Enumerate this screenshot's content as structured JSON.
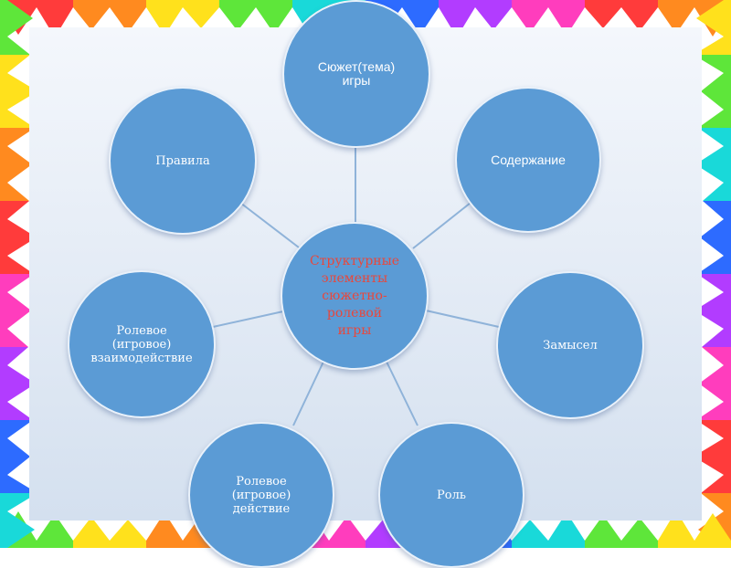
{
  "diagram": {
    "center": {
      "label": "Структурные\nэлементы\nсюжетно-\nролевой\nигры"
    },
    "nodes": [
      {
        "id": "syuzhet",
        "label": "Сюжет(тема)\nигры"
      },
      {
        "id": "soderzhanie",
        "label": "Содержание"
      },
      {
        "id": "zamysel",
        "label": "Замысел"
      },
      {
        "id": "rol",
        "label": "Роль"
      },
      {
        "id": "rolevoe-deystvie",
        "label": "Ролевое\n(игровое)\nдействие"
      },
      {
        "id": "rolevoe-vzaimodeystvie",
        "label": "Ролевое\n(игровое)\nвзаимодействие"
      },
      {
        "id": "pravila",
        "label": "Правила"
      }
    ]
  },
  "colors": {
    "node_fill": "#5b9bd5",
    "center_text": "#e8473c",
    "node_text": "#ffffff",
    "connector": "#8fb3d9"
  }
}
